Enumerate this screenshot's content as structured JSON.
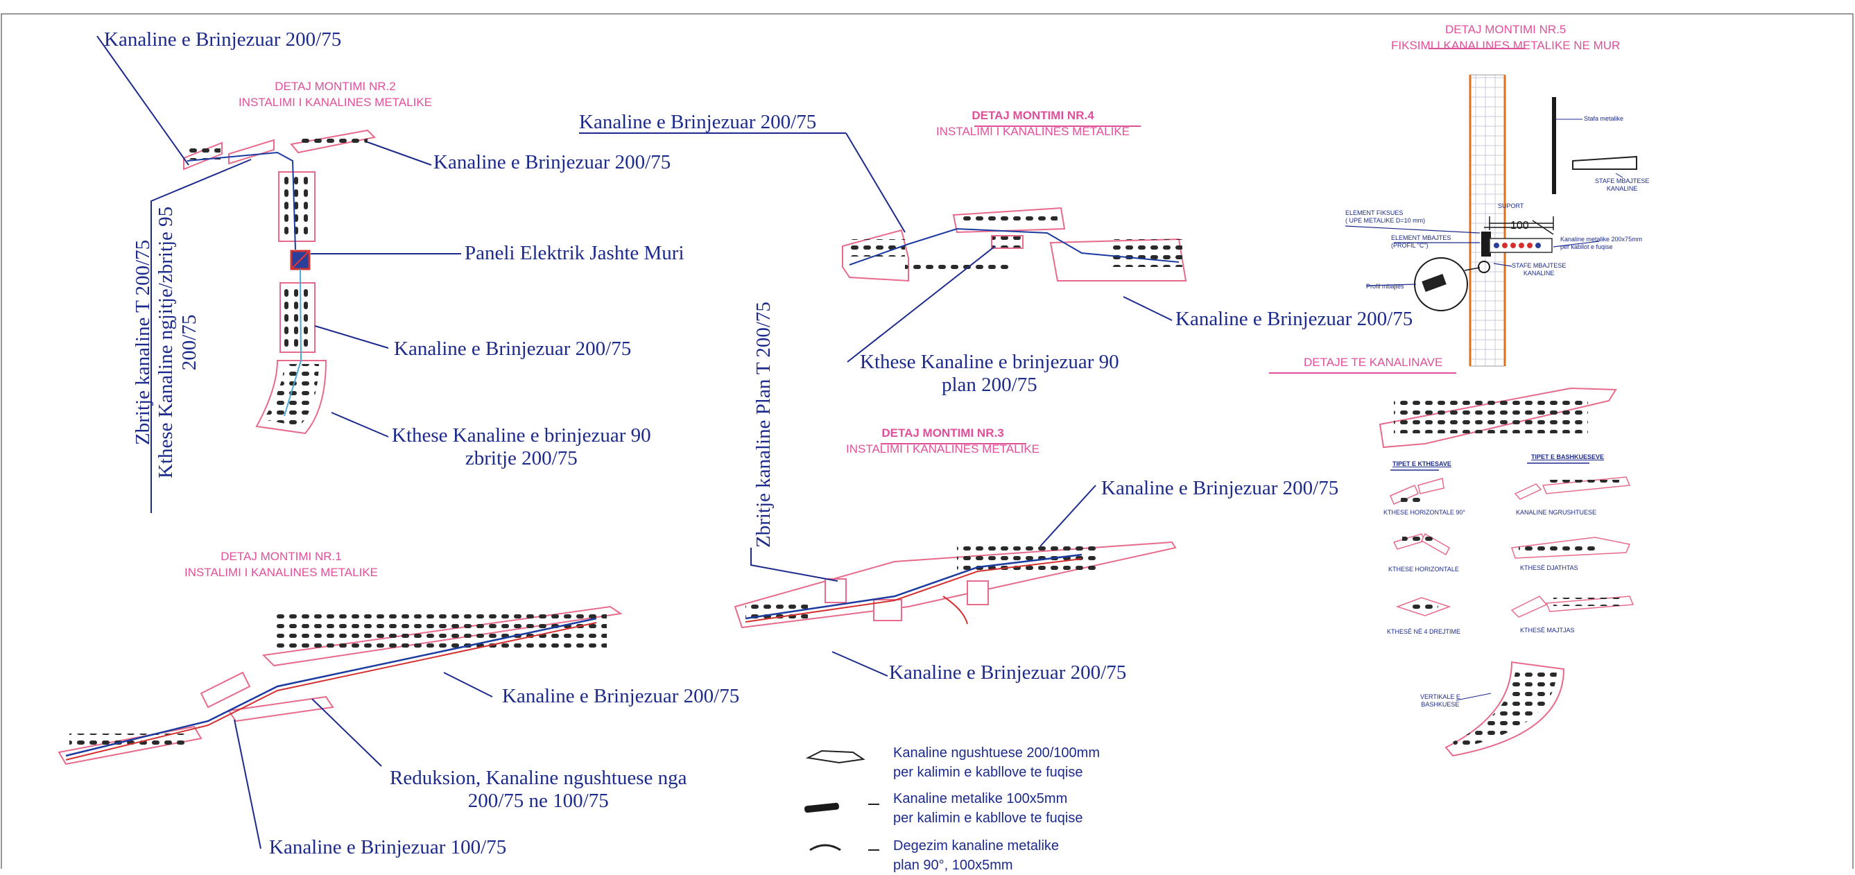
{
  "detail1": {
    "title": "DETAJ MONTIMI NR.1",
    "subtitle": "INSTALIMI I KANALINES METALIKE"
  },
  "detail2": {
    "title": "DETAJ MONTIMI NR.2",
    "subtitle": "INSTALIMI I KANALINES METALIKE"
  },
  "detail3": {
    "title": "DETAJ MONTIMI NR.3",
    "subtitle": "INSTALIMI I KANALINES METALIKE"
  },
  "detail4": {
    "title": "DETAJ MONTIMI NR.4",
    "subtitle": "INSTALIMI I KANALINES METALIKE"
  },
  "detail5": {
    "title": "DETAJ MONTIMI NR.5",
    "subtitle": "FIKSIMI I KANALINES METALIKE NE MUR"
  },
  "labels": {
    "d2_top_left": "Kanaline e Brinjezuar 200/75",
    "d2_right": "Kanaline e Brinjezuar 200/75",
    "d2_panel": "Paneli Elektrik Jashte Muri",
    "d2_mid": "Kanaline e Brinjezuar 200/75",
    "d2_bend_1": "Kthese Kanaline e brinjezuar 90",
    "d2_bend_2": "zbritje 200/75",
    "d2_vert_1": "Zbritje kanaline T  200/75",
    "d2_vert_2": "Kthese Kanaline ngjitje/zbritje  95",
    "d2_vert_3": "200/75",
    "d4_top": "Kanaline e Brinjezuar 200/75",
    "d4_right": "Kanaline e Brinjezuar 200/75",
    "d4_bend_1": "Kthese Kanaline e brinjezuar 90",
    "d4_bend_2": "plan  200/75",
    "d3_vert": "Zbritje kanaline  Plan  T  200/75",
    "d3_top": "Kanaline e Brinjezuar 200/75",
    "d3_bottom": "Kanaline e Brinjezuar 200/75",
    "d1_right": "Kanaline e Brinjezuar 200/75",
    "d1_red_1": "Reduksion, Kanaline ngushtuese nga",
    "d1_red_2": "200/75  ne 100/75",
    "d1_bottom": "Kanaline e Brinjezuar 100/75"
  },
  "legend": [
    {
      "line1": "Kanaline ngushtuese 200/100mm",
      "line2": "per kalimin e kabllove te fuqise"
    },
    {
      "line1": "Kanaline metalike 100x5mm",
      "line2": "per kalimin e kabllove te fuqise"
    },
    {
      "line1": "Degezim kanaline metalike",
      "line2": "plan 90°, 100x5mm"
    }
  ],
  "d5": {
    "stafa": "Stafa metalike",
    "stafe_mbajtese": "STAFE MBAJTESE",
    "kanaline": "KANALINE",
    "suport": "SUPORT",
    "dim": "100",
    "element_fiksues": "ELEMENT FIKSUES",
    "upe": "( UPE METALIKE  D=10 mm)",
    "element_mbajtes": "ELEMENT MBAJTES",
    "profil_c": "(PROFIL \"C\")",
    "kanaline_metalike": "Kanaline metalike 200x75mm",
    "per_kabllot": "per kabllot e fuqise",
    "stafe2": "STAFE MBAJTESE",
    "kanaline2": "KANALINE",
    "profil_mbajtes": "Profil mbajtes",
    "bottom_title": "DETAJE TE KANALINAVE"
  },
  "types": {
    "col1_title": "TIPET E KTHESAVE",
    "col2_title": "TIPET E BASHKUESEVE",
    "items": [
      "KTHESE HORIZONTALE 90°",
      "KANALINE NGRUSHTUESE",
      "KTHESE HORIZONTALE",
      "KTHESË DJATHTAS",
      "KTHESË NË 4 DREJTIME",
      "KTHESË MAJTJAS"
    ],
    "vertikale_1": "VERTIKALE E",
    "vertikale_2": "BASHKUESE"
  }
}
